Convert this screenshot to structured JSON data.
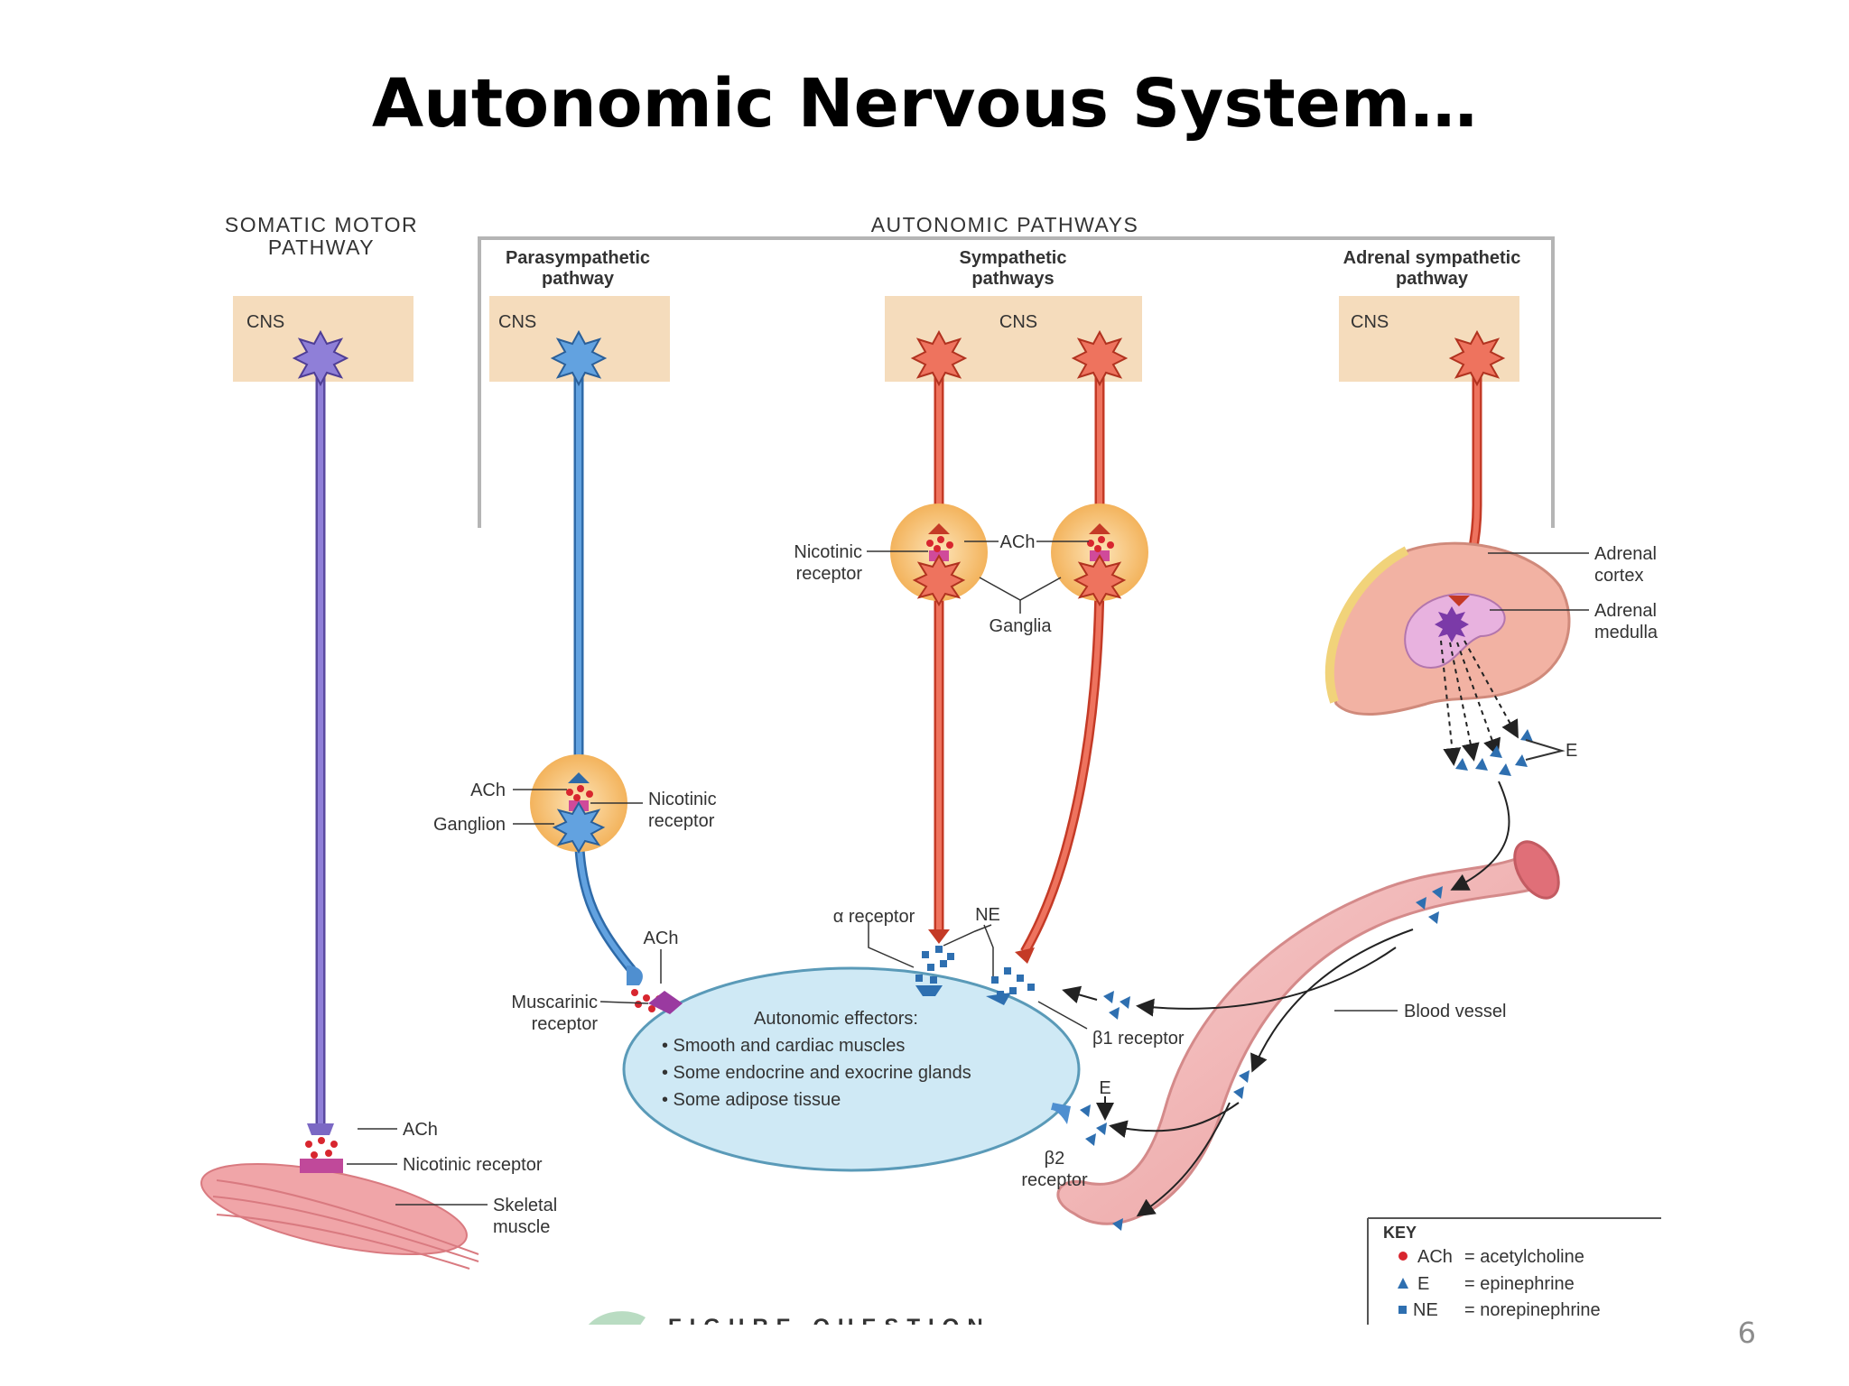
{
  "slide": {
    "title": "Autonomic Nervous System…",
    "page_number": "6"
  },
  "diagram": {
    "somatic": {
      "header_line1": "SOMATIC MOTOR",
      "header_line2": "PATHWAY",
      "cns": "CNS",
      "ach": "ACh",
      "nicotinic_receptor": "Nicotinic receptor",
      "muscle_line1": "Skeletal",
      "muscle_line2": "muscle"
    },
    "autonomic_header": "AUTONOMIC PATHWAYS",
    "parasympathetic": {
      "title_line1": "Parasympathetic",
      "title_line2": "pathway",
      "cns": "CNS",
      "ach": "ACh",
      "ganglion": "Ganglion",
      "nicotinic_line1": "Nicotinic",
      "nicotinic_line2": "receptor",
      "ach_terminal": "ACh",
      "muscarinic_line1": "Muscarinic",
      "muscarinic_line2": "receptor"
    },
    "sympathetic": {
      "title_line1": "Sympathetic",
      "title_line2": "pathways",
      "cns": "CNS",
      "nicotinic_line1": "Nicotinic",
      "nicotinic_line2": "receptor",
      "ach": "ACh",
      "ganglia": "Ganglia",
      "alpha_receptor": "α receptor",
      "ne": "NE",
      "beta1_receptor": "β1 receptor",
      "e_label": "E",
      "beta2_line1": "β2",
      "beta2_line2": "receptor"
    },
    "adrenal": {
      "title_line1": "Adrenal sympathetic",
      "title_line2": "pathway",
      "cns": "CNS",
      "cortex_line1": "Adrenal",
      "cortex_line2": "cortex",
      "medulla_line1": "Adrenal",
      "medulla_line2": "medulla",
      "e_label": "E"
    },
    "effectors": {
      "title": "Autonomic effectors:",
      "items": [
        "• Smooth and cardiac muscles",
        "• Some endocrine and exocrine glands",
        "• Some adipose tissue"
      ]
    },
    "blood_vessel": "Blood vessel",
    "key": {
      "title": "KEY",
      "rows": [
        {
          "symbol": "ACh",
          "meaning": "= acetylcholine"
        },
        {
          "symbol": "E",
          "meaning": "= epinephrine"
        },
        {
          "symbol": "NE",
          "meaning": "= norepinephrine"
        }
      ]
    },
    "figure_question": "FIGURE QUESTION",
    "colors": {
      "somatic_neuron": "#7b68c4",
      "parasympathetic_neuron": "#4f8fd0",
      "sympathetic_neuron": "#e05a45",
      "cns_box": "#f5dcbc",
      "ganglion": "#f7c37a",
      "effector": "#cfe9f5",
      "ach_dot": "#d8262f",
      "epinephrine": "#2e6fb0",
      "vessel": "#f3b3b3"
    }
  }
}
